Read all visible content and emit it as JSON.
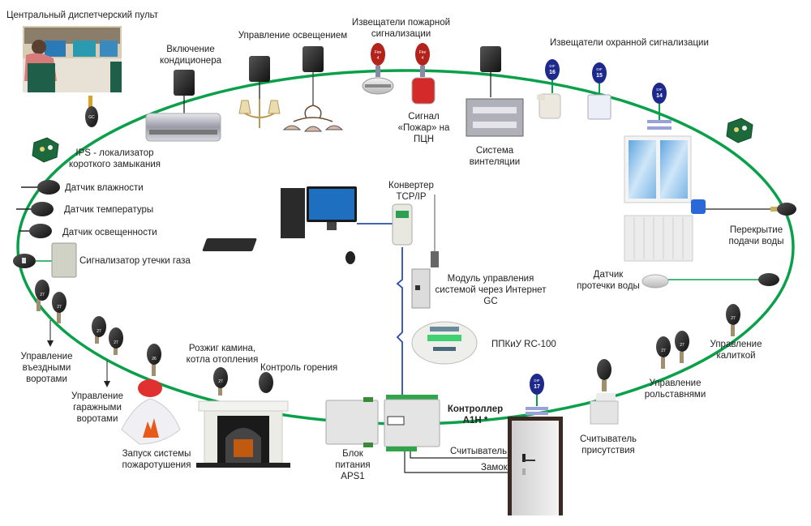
{
  "diagram": {
    "title": "Home automation bus topology",
    "bus_color": "#0aa04a",
    "network_color": "#2a4fa8",
    "wire_color": "#222222"
  },
  "labels": {
    "dispatch": "Центральный диспетчерский пульт",
    "ac": "Включение\nкондиционера",
    "lighting": "Управление освещением",
    "fire_detectors": "Извещатели пожарной\nсигнализации",
    "fire_signal": "Сигнал\n«Пожар» на\nПЦН",
    "ventilation": "Система\nвинтеляции",
    "security_detectors": "Извещатели охранной сигнализации",
    "ips": "IPS - локализатор\nкороткого замыкания",
    "humidity": "Датчик влажности",
    "temperature": "Датчик температуры",
    "illumination": "Датчик освещенности",
    "gas": "Сигнализатор утечки газа",
    "converter": "Конвертер\nTCP/IP",
    "gc_module": "Модуль управления\nсистемой через Интернет\nGC",
    "panel": "ППКиУ RC-100",
    "water_shutoff": "Перекрытие\nподачи воды",
    "leak_sensor": "Датчик\nпротечки воды",
    "entry_gates": "Управление\nвъездными\nворотами",
    "garage_gates": "Управление\nгаражными\nворотами",
    "extinguish": "Запуск системы\nпожаротушения",
    "fireplace": "Розжиг камина,\nкотла отопления",
    "combustion": "Контроль горения",
    "psu": "Блок\nпитания\nAPS1",
    "controller": "Контроллер\nA1H *",
    "reader": "Считыватель",
    "lock": "Замок",
    "presence": "Считыватель\nприсутствия",
    "shutters": "Управление\nрольставнями",
    "wicket": "Управление\nкалиткой"
  },
  "module_badges": {
    "fire": {
      "text": "Fire",
      "num": "4",
      "color": "#b3221b"
    },
    "dif16": {
      "text": "DIF",
      "num": "16",
      "color": "#1d2a8c"
    },
    "dif15": {
      "text": "DIF",
      "num": "15",
      "color": "#1d2a8c"
    },
    "dif14": {
      "text": "DIF",
      "num": "14",
      "color": "#1d2a8c"
    },
    "dif17": {
      "text": "DIF",
      "num": "17",
      "color": "#1d2a8c"
    },
    "r27": "27",
    "r26": "26",
    "gc": "GC"
  }
}
